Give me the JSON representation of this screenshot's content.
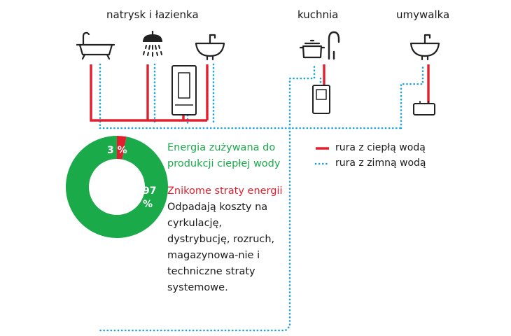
{
  "areas": {
    "bathroom": "natrysk i łazienka",
    "kitchen": "kuchnia",
    "washbasin": "umywalka"
  },
  "legend": {
    "hot": "rura z ciepłą wodą",
    "cold": "rura z zimną wodą"
  },
  "colors": {
    "hot_pipe": "#e0202e",
    "cold_pipe": "#1fa3d8",
    "energy_green": "#1aaa4a",
    "loss_red": "#e0202e",
    "icon_stroke": "#222222"
  },
  "chart_data": {
    "type": "pie",
    "categories": [
      "Energia zużywana do produkcji ciepłej wody",
      "Znikome straty energii"
    ],
    "values": [
      97,
      3
    ],
    "labels": [
      "97 %",
      "3 %"
    ],
    "title": ""
  },
  "text": {
    "energy_used": "Energia zużywana do produkcji ciepłej wody",
    "losses_heading": "Znikome straty energii",
    "losses_body": "Odpadają koszty na cyrkulację, dystrybucję, rozruch, magazynowa-nie i techniczne straty systemowe."
  }
}
